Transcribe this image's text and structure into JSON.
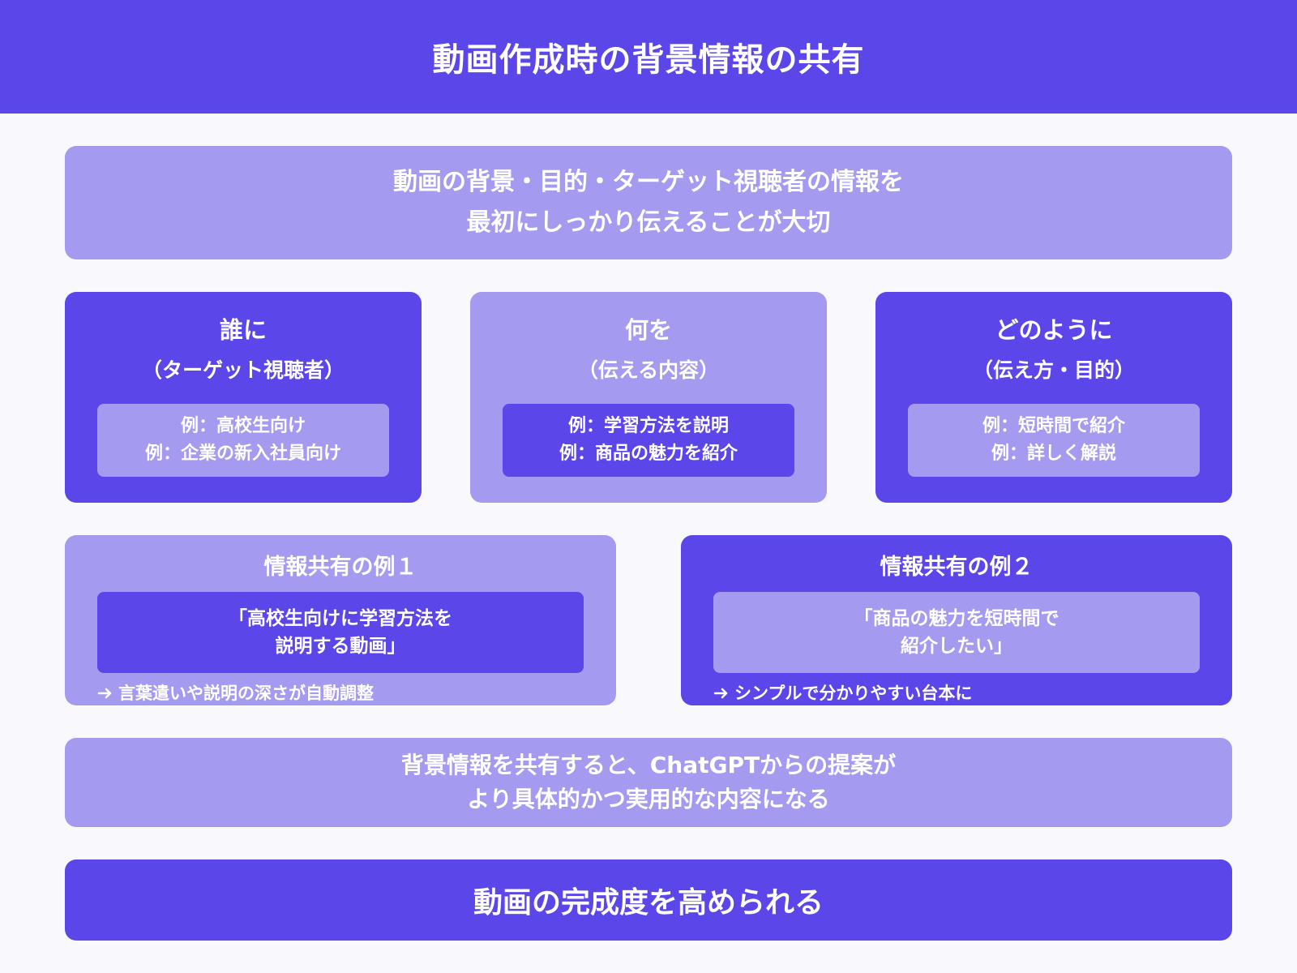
{
  "header": {
    "title": "動画作成時の背景情報の共有"
  },
  "intro": {
    "line1": "動画の背景・目的・ターゲット視聴者の情報を",
    "line2": "最初にしっかり伝えることが大切"
  },
  "cards": [
    {
      "title": "誰に",
      "subtitle": "（ターゲット視聴者）",
      "examples": [
        "例：高校生向け",
        "例：企業の新入社員向け"
      ]
    },
    {
      "title": "何を",
      "subtitle": "（伝える内容）",
      "examples": [
        "例：学習方法を説明",
        "例：商品の魅力を紹介"
      ]
    },
    {
      "title": "どのように",
      "subtitle": "（伝え方・目的）",
      "examples": [
        "例：短時間で紹介",
        "例：詳しく解説"
      ]
    }
  ],
  "share_examples": [
    {
      "title": "情報共有の例１",
      "quote_line1": "「高校生向けに学習方法を",
      "quote_line2": "説明する動画」",
      "result": "言葉遣いや説明の深さが自動調整"
    },
    {
      "title": "情報共有の例２",
      "quote_line1": "「商品の魅力を短時間で",
      "quote_line2": "紹介したい」",
      "result": "シンプルで分かりやすい台本に"
    }
  ],
  "summary": {
    "line1": "背景情報を共有すると、ChatGPTからの提案が",
    "line2": "より具体的かつ実用的な内容になる"
  },
  "conclusion": {
    "text": "動画の完成度を高められる"
  },
  "colors": {
    "primary": "#5B46EA",
    "secondary": "#A49AF0",
    "background": "#F8F8FD",
    "text": "#FFFFFF"
  },
  "icons": {
    "result_marker": "arrow-right-icon"
  }
}
